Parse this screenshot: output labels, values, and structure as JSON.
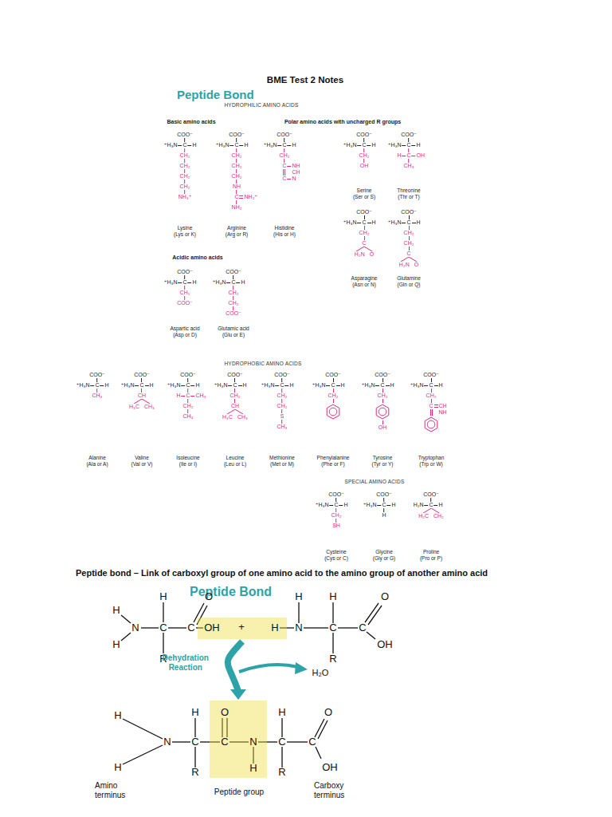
{
  "diagram": {
    "title": "BME Test 2 Notes",
    "nodes": [
      {
        "text": [
          "OH",
          "+",
          "H"
        ]
      },
      {
        "text": [
          "O",
          "C",
          "N",
          "H"
        ]
      }
    ],
    "edges": [
      {
        "from": 0,
        "to": 1,
        "arrow": "to",
        "label": "Dehydration Reaction"
      }
    ],
    "labels": [
      "Peptide Bond",
      "HYDROPHILIC AMINO ACIDS",
      "Basic amino acids",
      "Polar amino acids with uncharged R groups",
      "COO⁻",
      "⁺H₃N",
      "C",
      "H",
      "CH₂",
      "CH₂",
      "CH₂",
      "CH₂",
      "NH₃⁺",
      "Lysine",
      "(Lys or K)",
      "COO⁻",
      "⁺H₃N",
      "C",
      "H",
      "CH₂",
      "CH₂",
      "CH₂",
      "NH",
      "C",
      "NH₂⁺",
      "NH₂",
      "Arginine",
      "(Arg or R)",
      "COO⁻",
      "⁺H₃N",
      "C",
      "H",
      "CH₂",
      "C",
      "NH",
      "CH",
      "C",
      "N",
      "Histidine",
      "(His or H)",
      "COO⁻",
      "⁺H₃N",
      "C",
      "H",
      "CH₂",
      "OH",
      "Serine",
      "(Ser or S)",
      "COO⁻",
      "⁺H₃N",
      "C",
      "H",
      "H",
      "C",
      "OH",
      "CH₃",
      "Threonine",
      "(Thr or T)",
      "COO⁻",
      "⁺H₃N",
      "C",
      "H",
      "CH₂",
      "C",
      "H₂N",
      "O",
      "Asparagine",
      "(Asn or N)",
      "COO⁻",
      "⁺H₃N",
      "C",
      "H",
      "CH₂",
      "CH₂",
      "C",
      "H₂N",
      "O",
      "Glutamine",
      "(Gln or Q)",
      "Acidic amino acids",
      "COO⁻",
      "⁺H₃N",
      "C",
      "H",
      "CH₂",
      "COO⁻",
      "Aspartic acid",
      "(Asp or D)",
      "COO⁻",
      "⁺H₃N",
      "C",
      "H",
      "CH₂",
      "CH₂",
      "COO⁻",
      "Glutamic acid",
      "(Glu or E)",
      "HYDROPHOBIC AMINO ACIDS",
      "COO⁻",
      "⁺H₃N",
      "C",
      "H",
      "CH₃",
      "Alanine",
      "(Ala or A)",
      "COO⁻",
      "⁺H₃N",
      "C",
      "H",
      "CH",
      "H₃C",
      "CH₃",
      "Valine",
      "(Val or V)",
      "COO⁻",
      "⁺H₃N",
      "C",
      "H",
      "H",
      "C",
      "CH₃",
      "CH₂",
      "CH₃",
      "Isoleucine",
      "(Ile or I)",
      "COO⁻",
      "⁺H₃N",
      "C",
      "H",
      "CH₂",
      "CH",
      "H₃C",
      "CH₃",
      "Leucine",
      "(Leu or L)",
      "COO⁻",
      "⁺H₃N",
      "C",
      "H",
      "CH₂",
      "CH₂",
      "S",
      "CH₃",
      "Methionine",
      "(Met or M)",
      "COO⁻",
      "⁺H₃N",
      "C",
      "H",
      "CH₂",
      "Phenylalanine",
      "(Phe or F)",
      "COO⁻",
      "⁺H₃N",
      "C",
      "H",
      "CH₂",
      "OH",
      "Tyrosine",
      "(Tyr or Y)",
      "COO⁻",
      "⁺H₃N",
      "C",
      "H",
      "CH₂",
      "C",
      "CH",
      "NH",
      "Tryptophan",
      "(Trp or W)",
      "SPECIAL AMINO ACIDS",
      "COO⁻",
      "⁺H₃N",
      "C",
      "H",
      "CH₂",
      "SH",
      "Cysteine",
      "(Cys or C)",
      "COO⁻",
      "⁺H₃N",
      "C",
      "H",
      "H",
      "Glycine",
      "(Gly or G)",
      "COO⁻",
      "H₂N",
      "C",
      "H",
      "H₂C",
      "CH₂",
      "Proline",
      "(Pro or P)",
      "Peptide bond – Link of carboxyl group of one amino acid to the amino group of another amino acid",
      "Peptide Bond",
      "H",
      "H",
      "N",
      "H",
      "C",
      "R",
      "C",
      "O",
      "H",
      "N",
      "H",
      "C",
      "R",
      "C",
      "O",
      "OH",
      "H₂O",
      "H",
      "H",
      "N",
      "H",
      "C",
      "R",
      "H",
      "C",
      "R",
      "C",
      "O",
      "OH",
      "Amino terminus",
      "Peptide group",
      "Carboxy terminus"
    ]
  }
}
